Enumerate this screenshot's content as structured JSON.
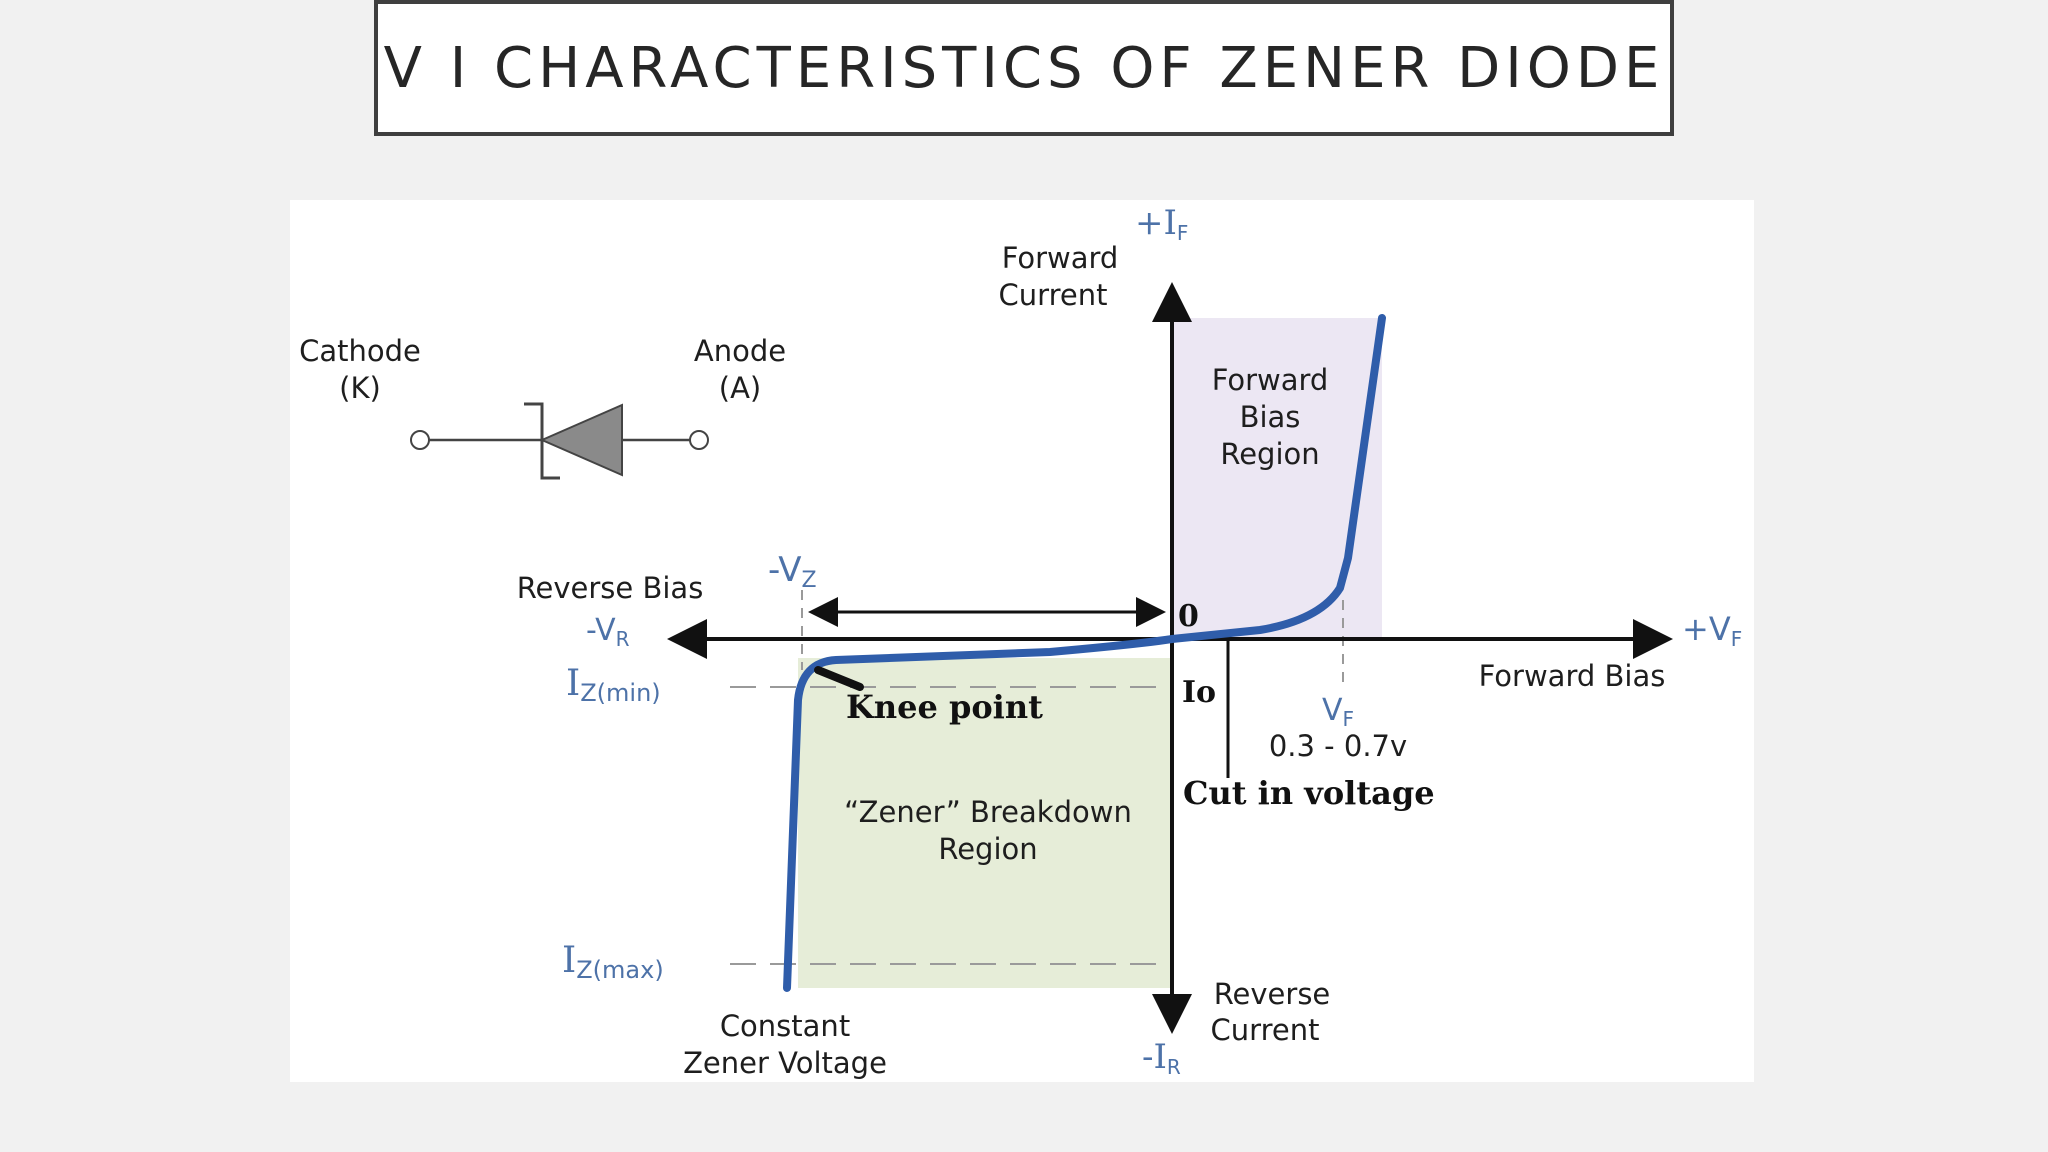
{
  "title": "V I CHARACTERISTICS OF ZENER DIODE",
  "diagram": {
    "symbol": {
      "cathode_label": "Cathode",
      "cathode_abbr": "(K)",
      "anode_label": "Anode",
      "anode_abbr": "(A)"
    },
    "axes": {
      "plus_if_main": "+I",
      "plus_if_sub": "F",
      "forward_current_1": "Forward",
      "forward_current_2": "Current",
      "minus_ir_main": "-I",
      "minus_ir_sub": "R",
      "reverse_current_1": "Reverse",
      "reverse_current_2": "Current",
      "plus_vf_main": "+V",
      "plus_vf_sub": "F",
      "forward_bias": "Forward Bias",
      "minus_vr_main": "-V",
      "minus_vr_sub": "R",
      "reverse_bias": "Reverse Bias",
      "origin": "0"
    },
    "labels": {
      "minus_vz_main": "-V",
      "minus_vz_sub": "Z",
      "iz_min_main": "I",
      "iz_min_sub": "Z(min)",
      "iz_max_main": "I",
      "iz_max_sub": "Z(max)",
      "knee_point": "Knee point",
      "io": "Io",
      "vf_main": "V",
      "vf_sub": "F",
      "vf_range": "0.3 - 0.7v",
      "cut_in_voltage": "Cut in voltage",
      "forward_region_1": "Forward",
      "forward_region_2": "Bias",
      "forward_region_3": "Region",
      "zener_region_1": "“Zener” Breakdown",
      "zener_region_2": "Region",
      "constant_zener_1": "Constant",
      "constant_zener_2": "Zener Voltage"
    },
    "colors": {
      "curve": "#2f5daa",
      "forward_region_fill": "#ece7f3",
      "zener_region_fill": "#e6edd8",
      "blue_labels": "#4d72a8",
      "axis": "#111111"
    }
  }
}
